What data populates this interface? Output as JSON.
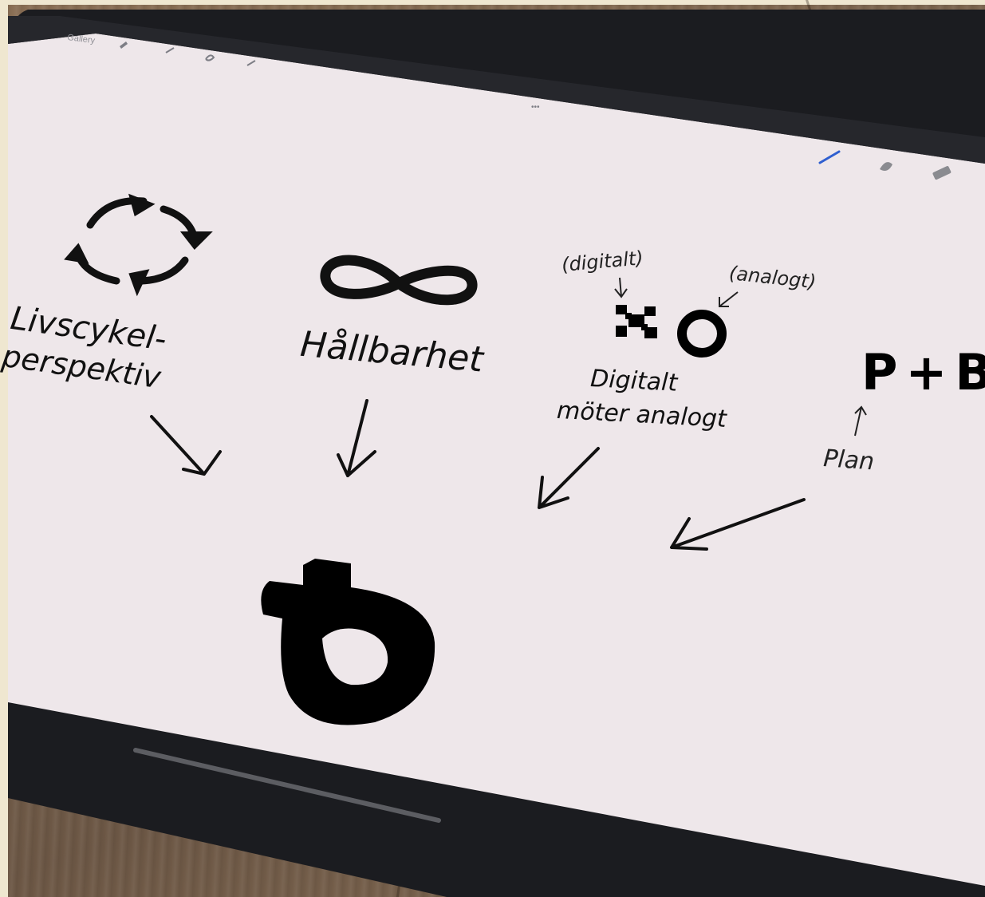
{
  "app": {
    "gallery_label": "Gallery",
    "handle_dots": "•••"
  },
  "canvas": {
    "labels": {
      "livscykel_line1": "Livscykel-",
      "livscykel_line2": "perspektiv",
      "hallbarhet": "Hållbarhet",
      "digitalt_note": "(digitalt)",
      "analogt_note": "(analogt)",
      "digitalt_line1": "Digitalt",
      "digitalt_line2": "möter analogt",
      "p_plus_b": "P+B",
      "plan": "Plan"
    },
    "icons": [
      "cycle-arrows-icon",
      "infinity-icon",
      "pixel-x-icon",
      "circle-o-icon",
      "logo-b-icon"
    ]
  },
  "toolbar": {
    "tools": [
      "brush-icon",
      "smudge-icon",
      "eraser-icon"
    ]
  },
  "colors": {
    "ink": "#111111",
    "canvas_bg": "#eee7ea",
    "accent_brush": "#2f5fd0",
    "bezel": "#1b1c20"
  }
}
